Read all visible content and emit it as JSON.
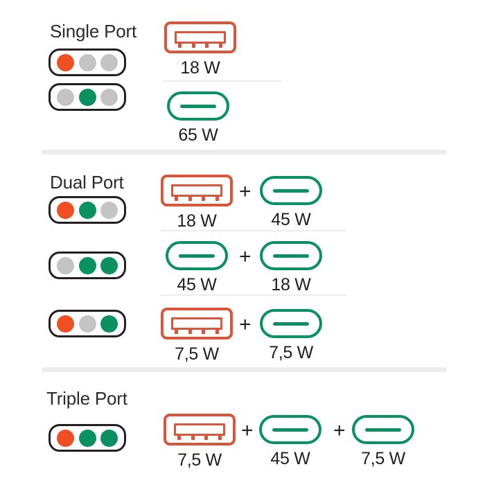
{
  "meta": {
    "diagram_title": "USB charger port power distribution chart",
    "colors": {
      "orange": "#f04e23",
      "usb_a_outline": "#d9563a",
      "green": "#0a9161",
      "gray_led": "#c4c4c4",
      "pill_outline": "#231f20",
      "text": "#1f1f1f",
      "divider": "#ececed",
      "background": "#ffffff"
    }
  },
  "sections": [
    {
      "id": "single-port",
      "title": "Single Port",
      "rows": [
        {
          "id": "single-row-1",
          "leds": [
            "orange",
            "gray",
            "gray"
          ],
          "ports": [
            {
              "type": "usb-a",
              "watt": "18 W"
            }
          ]
        },
        {
          "id": "single-row-2",
          "leds": [
            "gray",
            "green",
            "gray"
          ],
          "ports": [
            {
              "type": "usb-c",
              "watt": "65 W"
            }
          ]
        }
      ]
    },
    {
      "id": "dual-port",
      "title": "Dual Port",
      "rows": [
        {
          "id": "dual-row-1",
          "leds": [
            "orange",
            "green",
            "gray"
          ],
          "ports": [
            {
              "type": "usb-a",
              "watt": "18 W"
            },
            {
              "type": "usb-c",
              "watt": "45 W"
            }
          ]
        },
        {
          "id": "dual-row-2",
          "leds": [
            "gray",
            "green",
            "green"
          ],
          "ports": [
            {
              "type": "usb-c",
              "watt": "45 W"
            },
            {
              "type": "usb-c",
              "watt": "18 W"
            }
          ]
        },
        {
          "id": "dual-row-3",
          "leds": [
            "orange",
            "gray",
            "green"
          ],
          "ports": [
            {
              "type": "usb-a",
              "watt": "7,5 W"
            },
            {
              "type": "usb-c",
              "watt": "7,5 W"
            }
          ]
        }
      ]
    },
    {
      "id": "triple-port",
      "title": "Triple Port",
      "rows": [
        {
          "id": "triple-row-1",
          "leds": [
            "orange",
            "green",
            "green"
          ],
          "ports": [
            {
              "type": "usb-a",
              "watt": "7,5 W"
            },
            {
              "type": "usb-c",
              "watt": "45 W"
            },
            {
              "type": "usb-c",
              "watt": "7,5 W"
            }
          ]
        }
      ]
    }
  ],
  "symbols": {
    "plus": "+"
  },
  "titles": {
    "single": "Single Port",
    "dual": "Dual Port",
    "triple": "Triple Port"
  },
  "watts": {
    "s1": "18 W",
    "s2": "65 W",
    "d1a": "18 W",
    "d1b": "45 W",
    "d2a": "45 W",
    "d2b": "18 W",
    "d3a": "7,5 W",
    "d3b": "7,5 W",
    "t1a": "7,5 W",
    "t1b": "45 W",
    "t1c": "7,5 W"
  }
}
